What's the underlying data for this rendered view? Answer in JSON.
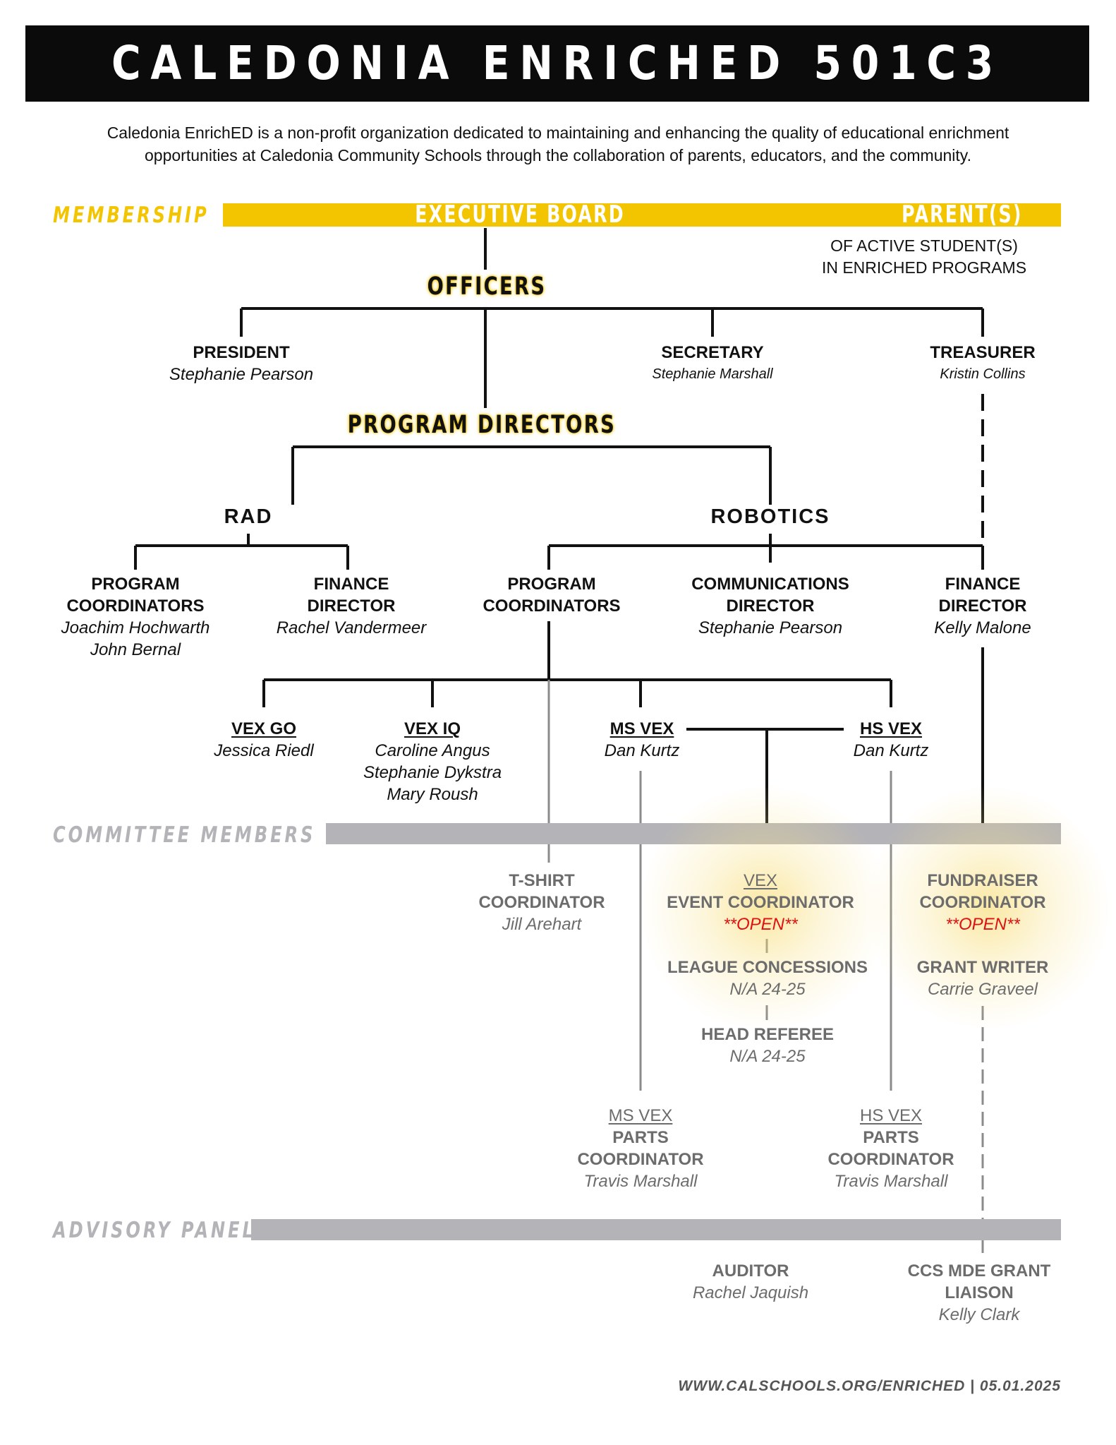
{
  "title": "CALEDONIA ENRICHED 501C3 STRUCTURE",
  "intro": {
    "line1": "Caledonia EnrichED is a non-profit organization dedicated to maintaining and enhancing the quality of educational enrichment",
    "line2": "opportunities at Caledonia Community Schools through the collaboration of parents, educators, and the community."
  },
  "colors": {
    "accent": "#f2c500",
    "gray_band": "#b4b3b7",
    "open": "#e01010",
    "ink": "#111111",
    "gray_text": "#6c6c6c"
  },
  "bands": {
    "membership": {
      "label": "MEMBERSHIP",
      "executive_board": "EXECUTIVE BOARD",
      "parents": "PARENT(S)",
      "parents_note_1": "OF ACTIVE STUDENT(S)",
      "parents_note_2": "IN ENRICHED PROGRAMS"
    },
    "committee": {
      "label": "COMMITTEE MEMBERS"
    },
    "advisory": {
      "label": "ADVISORY PANEL"
    }
  },
  "headings": {
    "officers": "OFFICERS",
    "program_directors": "PROGRAM DIRECTORS"
  },
  "officers": {
    "president": {
      "role": "PRESIDENT",
      "name": "Stephanie Pearson"
    },
    "secretary": {
      "role": "SECRETARY",
      "name": "Stephanie Marshall"
    },
    "treasurer": {
      "role": "TREASURER",
      "name": "Kristin Collins"
    }
  },
  "programs": {
    "rad": {
      "label": "RAD",
      "coordinators": {
        "role1": "PROGRAM",
        "role2": "COORDINATORS",
        "names": [
          "Joachim Hochwarth",
          "John Bernal"
        ]
      },
      "finance": {
        "role1": "FINANCE",
        "role2": "DIRECTOR",
        "name": "Rachel Vandermeer"
      }
    },
    "robotics": {
      "label": "ROBOTICS",
      "coordinators": {
        "role1": "PROGRAM",
        "role2": "COORDINATORS"
      },
      "communications": {
        "role1": "COMMUNICATIONS",
        "role2": "DIRECTOR",
        "name": "Stephanie Pearson"
      },
      "finance": {
        "role1": "FINANCE",
        "role2": "DIRECTOR",
        "name": "Kelly Malone"
      }
    }
  },
  "teams": {
    "vex_go": {
      "label": "VEX GO",
      "names": [
        "Jessica Riedl"
      ]
    },
    "vex_iq": {
      "label": "VEX IQ",
      "names": [
        "Caroline Angus",
        "Stephanie Dykstra",
        "Mary Roush"
      ]
    },
    "ms_vex": {
      "label": "MS VEX",
      "names": [
        "Dan Kurtz"
      ]
    },
    "hs_vex": {
      "label": "HS VEX",
      "names": [
        "Dan Kurtz"
      ]
    }
  },
  "committee": {
    "tshirt": {
      "role1": "T-SHIRT",
      "role2": "COORDINATOR",
      "name": "Jill Arehart"
    },
    "vex_event": {
      "prefix": "VEX",
      "role": "EVENT COORDINATOR",
      "status": "**OPEN**"
    },
    "fundraiser": {
      "role1": "FUNDRAISER",
      "role2": "COORDINATOR",
      "status": "**OPEN**"
    },
    "league": {
      "role": "LEAGUE CONCESSIONS",
      "name": "N/A 24-25"
    },
    "grant_writer": {
      "role": "GRANT WRITER",
      "name": "Carrie Graveel"
    },
    "head_referee": {
      "role": "HEAD REFEREE",
      "name": "N/A 24-25"
    },
    "ms_parts": {
      "prefix": "MS VEX",
      "role1": "PARTS",
      "role2": "COORDINATOR",
      "name": "Travis Marshall"
    },
    "hs_parts": {
      "prefix": "HS VEX",
      "role1": "PARTS",
      "role2": "COORDINATOR",
      "name": "Travis Marshall"
    }
  },
  "advisory": {
    "auditor": {
      "role": "AUDITOR",
      "name": "Rachel Jaquish"
    },
    "liaison": {
      "role1": "CCS MDE GRANT",
      "role2": "LIAISON",
      "name": "Kelly Clark"
    }
  },
  "footer": "WWW.CALSCHOOLS.ORG/ENRICHED | 05.01.2025"
}
